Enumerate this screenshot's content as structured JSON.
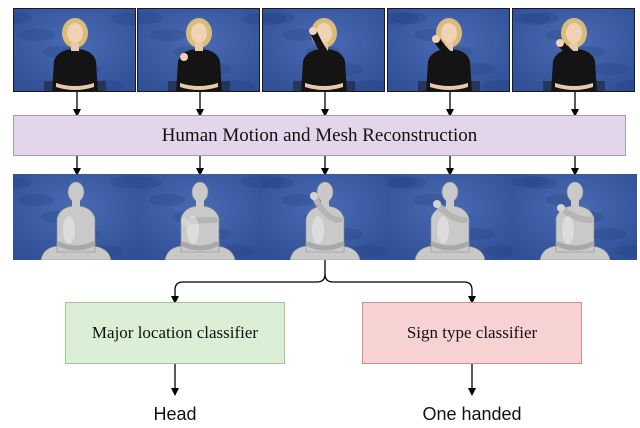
{
  "stages": {
    "reconstruction_label": "Human Motion and Mesh Reconstruction",
    "location_classifier_label": "Major location classifier",
    "sign_type_classifier_label": "Sign type classifier"
  },
  "outputs": {
    "location": "Head",
    "sign_type": "One handed"
  },
  "colors": {
    "video_background": "#2f4f97",
    "reconstruction_fill": "#e3d5ec",
    "location_fill": "#dbeed6",
    "sign_type_fill": "#f7d2d2",
    "mesh": "#c9c9c9",
    "arrow": "#000000"
  }
}
